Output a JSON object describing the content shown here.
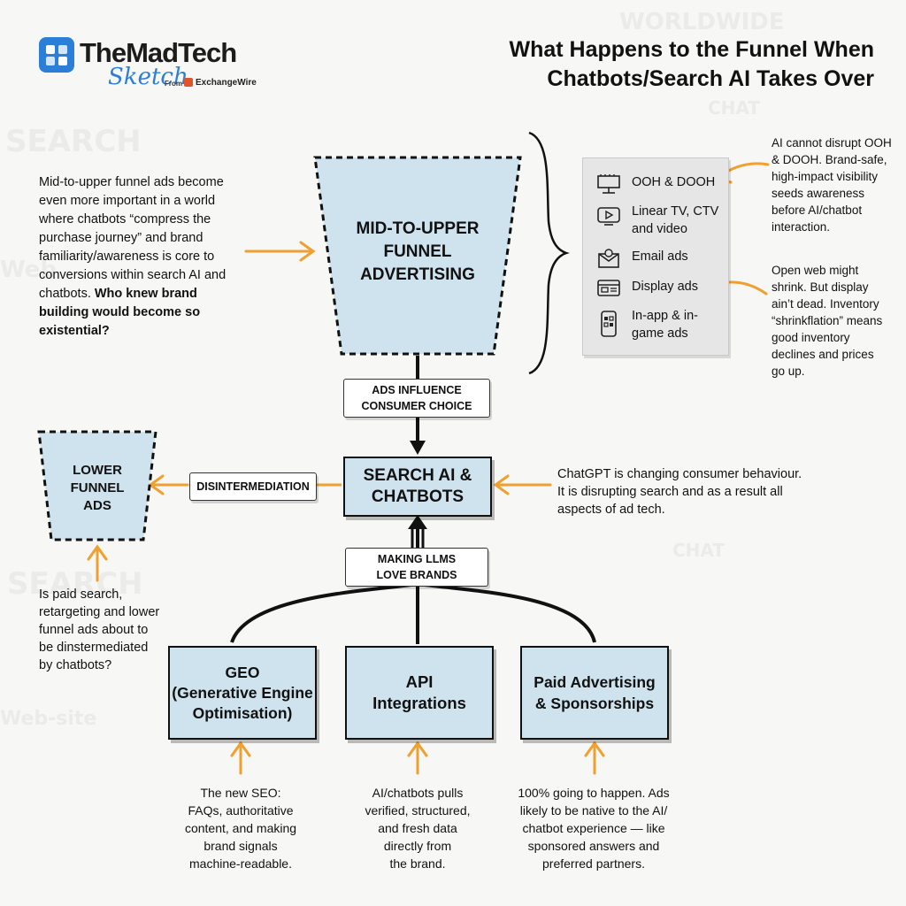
{
  "brand": {
    "name": "TheMadTech",
    "sub": "Sketch",
    "from": "From",
    "partner": "ExchangeWire",
    "accent": "#2b7fd6"
  },
  "title": {
    "line1": "What Happens to the Funnel When",
    "line2": "Chatbots/Search AI Takes Over"
  },
  "colors": {
    "box": "#cfe3ef",
    "arrow": "#f0a030",
    "line": "#111111"
  },
  "mid_funnel": {
    "label": [
      "MID-TO-UPPER",
      "FUNNEL",
      "ADVERTISING"
    ]
  },
  "left_note": {
    "lines": [
      "Mid-to-upper funnel ads become",
      "even more important in a world",
      "where chatbots “compress the",
      "purchase journey” and brand",
      "familiarity/awareness is core to",
      "conversions within search AI and"
    ],
    "mixed_line": {
      "normal": "chatbots. ",
      "bold": "Who knew brand"
    },
    "bold_lines": [
      "building would become so",
      "existential?"
    ]
  },
  "channels": [
    {
      "icon": "billboard-icon",
      "label": "OOH & DOOH"
    },
    {
      "icon": "tv-play-icon",
      "label": "Linear TV, CTV and video"
    },
    {
      "icon": "email-icon",
      "label": "Email ads"
    },
    {
      "icon": "display-ad-icon",
      "label": "Display ads"
    },
    {
      "icon": "mobile-app-icon",
      "label": "In-app & in-game ads"
    }
  ],
  "right_note_1": [
    "AI cannot disrupt OOH",
    "& DOOH. Brand-safe,",
    "high-impact visibility",
    "seeds awareness",
    "before AI/chatbot",
    "interaction."
  ],
  "right_note_2": [
    "Open web might",
    "shrink. But display",
    "ain’t dead. Inventory",
    "“shrinkflation” means",
    "good inventory",
    "declines and prices",
    "go up."
  ],
  "tag_influence": [
    "ADS INFLUENCE",
    "CONSUMER CHOICE"
  ],
  "search_ai": [
    "SEARCH AI &",
    "CHATBOTS"
  ],
  "search_note": [
    "ChatGPT is changing consumer behaviour.",
    "It is disrupting search and as a result all",
    "aspects of ad tech."
  ],
  "tag_disintermediation": "DISINTERMEDIATION",
  "lower_funnel": {
    "label": [
      "LOWER",
      "FUNNEL",
      "ADS"
    ]
  },
  "lower_note": [
    "Is paid search,",
    "retargeting and lower",
    "funnel ads about to",
    "be dinstermediated",
    "by chatbots?"
  ],
  "tag_llm": [
    "MAKING LLMS",
    "LOVE BRANDS"
  ],
  "bottom_boxes": [
    {
      "label": [
        "GEO",
        "(Generative Engine",
        "Optimisation)"
      ],
      "note": [
        "The new SEO:",
        "FAQs, authoritative",
        "content, and making",
        "brand signals",
        "machine-readable."
      ]
    },
    {
      "label": [
        "API",
        "Integrations"
      ],
      "note": [
        "AI/chatbots pulls",
        "verified, structured,",
        "and fresh data",
        "directly from",
        "the brand."
      ]
    },
    {
      "label": [
        "Paid Advertising",
        "& Sponsorships"
      ],
      "note": [
        "100% going to happen. Ads",
        "likely to be native to the AI/",
        "chatbot experience — like",
        "sponsored answers and",
        "preferred partners."
      ]
    }
  ]
}
